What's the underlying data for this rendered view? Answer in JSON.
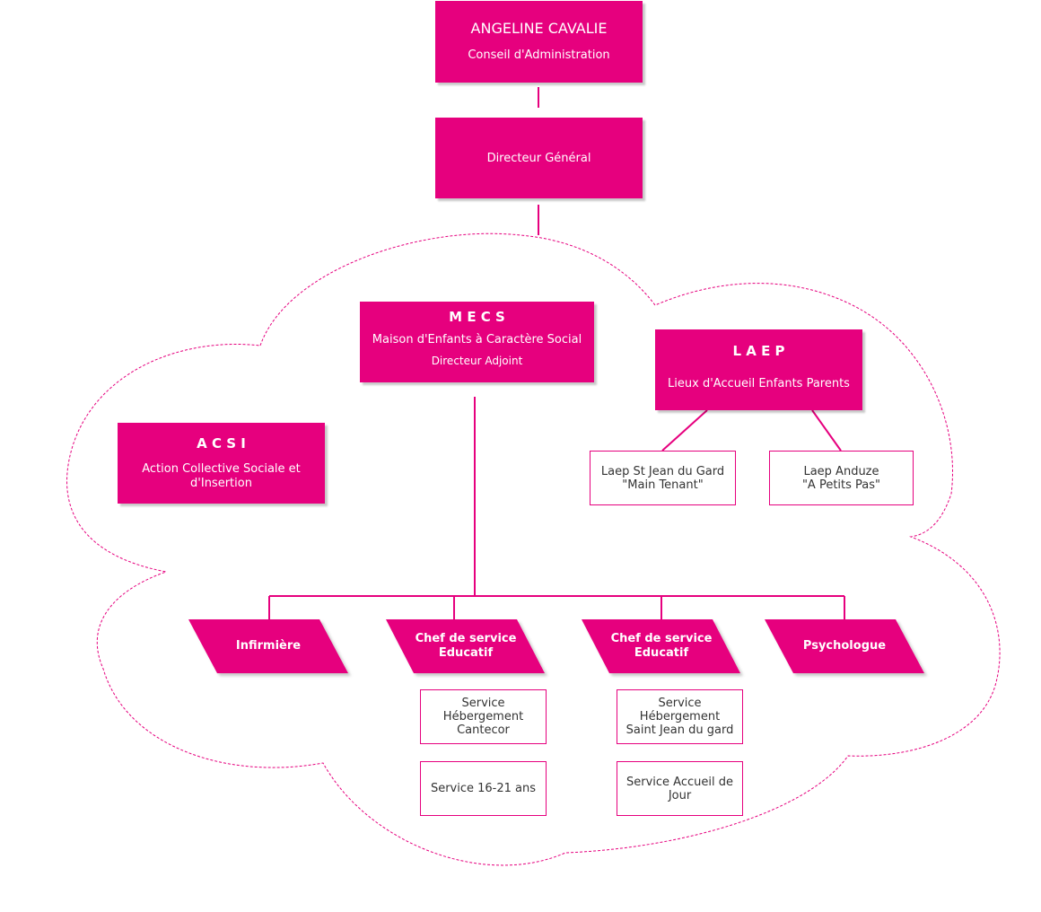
{
  "colors": {
    "accent": "#e6007e",
    "line": "#e6007e",
    "text_dark": "#333333"
  },
  "board": {
    "name": "ANGELINE CAVALIE",
    "role": "Conseil d'Administration"
  },
  "director": {
    "title": "Directeur Général"
  },
  "mecs": {
    "acronym": "M E C S",
    "full": "Maison d'Enfants à Caractère Social",
    "sub": "Directeur Adjoint"
  },
  "laep": {
    "acronym": "L A E P",
    "full": "Lieux d'Accueil Enfants Parents"
  },
  "acsi": {
    "acronym": "A C S I",
    "full_line1": "Action Collective Sociale et",
    "full_line2": "d'Insertion"
  },
  "laep_sites": [
    {
      "line1": "Laep St Jean du Gard",
      "line2": "\"Main Tenant\""
    },
    {
      "line1": "Laep Anduze",
      "line2": "\"A Petits Pas\""
    }
  ],
  "staff": [
    {
      "line1": "Infirmière",
      "line2": ""
    },
    {
      "line1": "Chef de service",
      "line2": "Educatif"
    },
    {
      "line1": "Chef de service",
      "line2": "Educatif"
    },
    {
      "line1": "Psychologue",
      "line2": ""
    }
  ],
  "services_left": [
    {
      "line1": "Service",
      "line2": "Hébergement",
      "line3": "Cantecor"
    },
    {
      "line1": "Service 16-21 ans",
      "line2": "",
      "line3": ""
    }
  ],
  "services_right": [
    {
      "line1": "Service",
      "line2": "Hébergement",
      "line3": "Saint Jean du gard"
    },
    {
      "line1": "Service Accueil de",
      "line2": "Jour",
      "line3": ""
    }
  ]
}
